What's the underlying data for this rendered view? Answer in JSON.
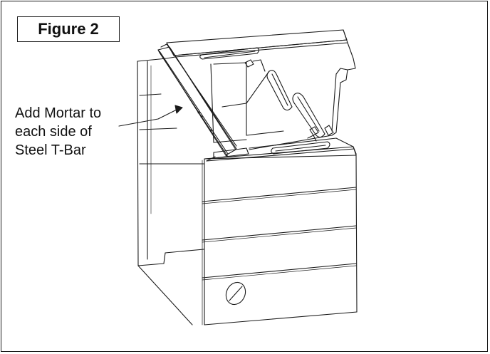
{
  "figure": {
    "label": "Figure 2"
  },
  "callout": {
    "lines": [
      "Add Mortar to",
      "each side of",
      "Steel T-Bar"
    ]
  },
  "colors": {
    "line": "#1a1a1a",
    "background": "#ffffff"
  }
}
